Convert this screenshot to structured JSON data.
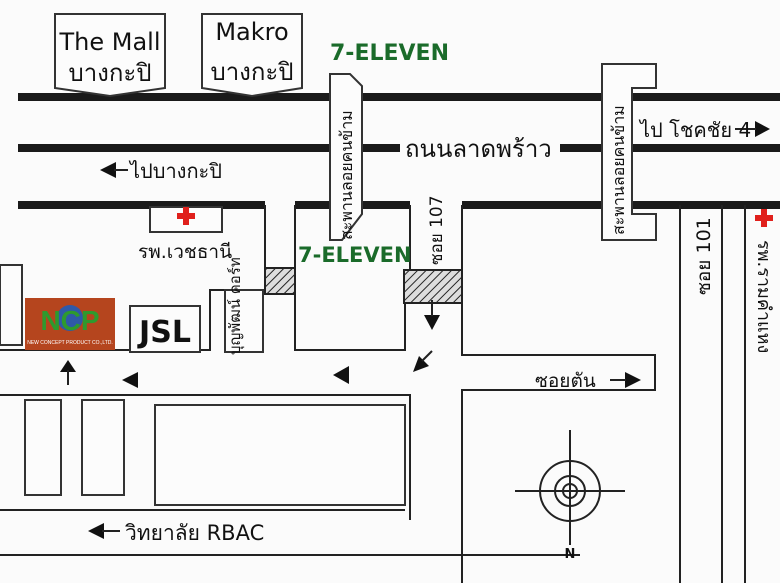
{
  "map": {
    "landmarks": {
      "the_mall": {
        "line1": "The Mall",
        "line2": "บางกะปิ"
      },
      "makro": {
        "line1": "Makro",
        "line2": "บางกะปิ"
      },
      "seven_eleven_top": "7-ELEVEN",
      "seven_eleven_mid": "7-ELEVEN",
      "hospital_vejthani": "รพ.เวชธานี",
      "hospital_ramkhamhaeng": "รพ.รามคำแหง",
      "jsl": "JSL",
      "ncp_logo": {
        "text": "NCP",
        "subtext": "NEW CONCEPT PRODUCT CO.,LTD."
      }
    },
    "roads": {
      "main_road": "ถนนลาดพร้าว",
      "to_chokchai": "ไป โชคชัย 4",
      "to_bangkapi": "ไปบางกะปิ",
      "soi_107": "ซอย 107",
      "soi_101": "ซอย 101",
      "soi_dead_end": "ซอยตัน",
      "bunyaphat_court": "บุญพัฒน์ คอร์ท",
      "college": "วิทยาลัย RBAC",
      "footbridge_left": "สะพานลอยคนข้าม",
      "footbridge_right": "สะพานลอยคนข้าม"
    },
    "compass": {
      "north": "N"
    },
    "colors": {
      "green": "#1a6b2a",
      "red": "#e0201c",
      "ncp_bg": "#b5451e",
      "ncp_text": "#2e9a2e"
    }
  }
}
